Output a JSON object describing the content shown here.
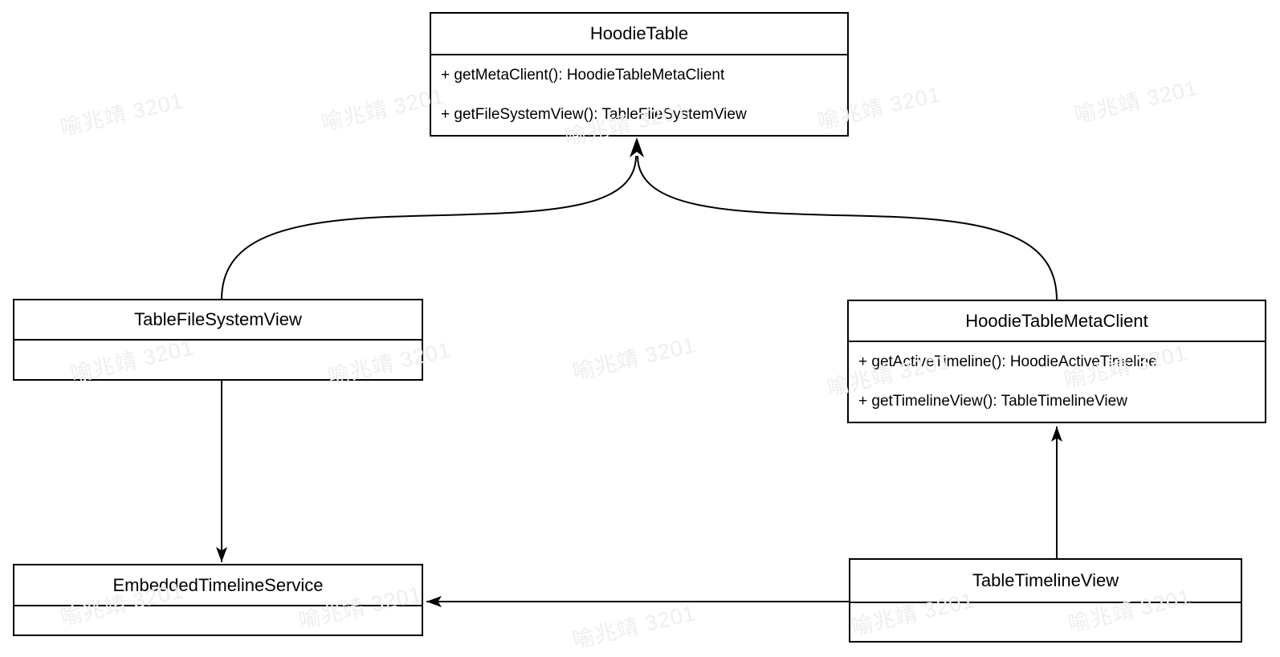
{
  "diagram": {
    "type": "uml-class-diagram",
    "background_color": "#ffffff",
    "line_color": "#000000",
    "text_color": "#000000",
    "classes": [
      {
        "name": "HoodieTable",
        "methods": [
          "+ getMetaClient(): HoodieTableMetaClient",
          "+ getFileSystemView(): TableFileSystemView"
        ]
      },
      {
        "name": "TableFileSystemView",
        "methods": []
      },
      {
        "name": "HoodieTableMetaClient",
        "methods": [
          "+ getActiveTimeline(): HoodieActiveTimeline",
          "+ getTimelineView(): TableTimelineView"
        ]
      },
      {
        "name": "EmbeddedTimelineService",
        "methods": []
      },
      {
        "name": "TableTimelineView",
        "methods": []
      }
    ],
    "relations": [
      {
        "from": "TableFileSystemView",
        "to": "HoodieTable",
        "style": "curved",
        "arrowhead": "filled"
      },
      {
        "from": "HoodieTableMetaClient",
        "to": "HoodieTable",
        "style": "curved",
        "arrowhead": "filled"
      },
      {
        "from": "TableFileSystemView",
        "to": "EmbeddedTimelineService",
        "style": "straight",
        "arrowhead": "filled"
      },
      {
        "from": "TableTimelineView",
        "to": "HoodieTableMetaClient",
        "style": "straight",
        "arrowhead": "filled"
      },
      {
        "from": "TableTimelineView",
        "to": "EmbeddedTimelineService",
        "style": "straight",
        "arrowhead": "filled"
      }
    ],
    "watermark": {
      "text": "喻兆靖 3201",
      "color": "#eeeeee"
    }
  }
}
